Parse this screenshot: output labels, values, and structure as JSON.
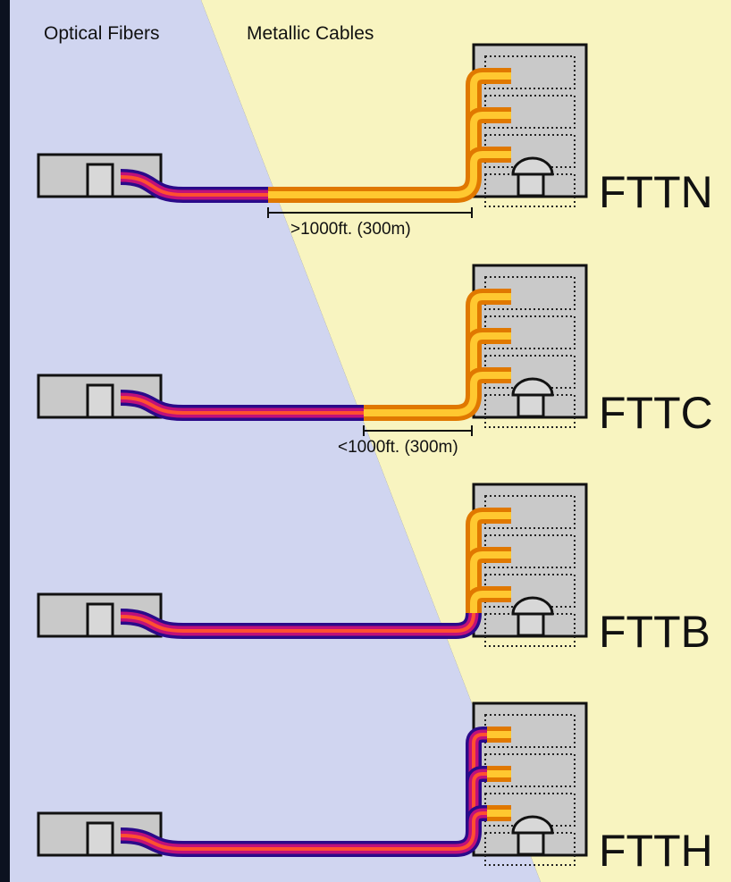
{
  "headers": {
    "optical": "Optical Fibers",
    "metallic": "Metallic Cables"
  },
  "rows": [
    {
      "label": "FTTN",
      "distance": ">1000ft. (300m)"
    },
    {
      "label": "FTTC",
      "distance": "<1000ft. (300m)"
    },
    {
      "label": "FTTB"
    },
    {
      "label": "FTTH"
    }
  ],
  "colors": {
    "frame": "#0c1220",
    "optical_bg": "#d0d5f0",
    "metallic_bg": "#f8f4c0",
    "building_fill": "#c9c9c9",
    "fiber_outer": "#2a0a8a",
    "fiber_mid": "#c0107a",
    "fiber_core": "#ff5030",
    "copper_outer": "#e07800",
    "copper_core": "#ffc830"
  }
}
